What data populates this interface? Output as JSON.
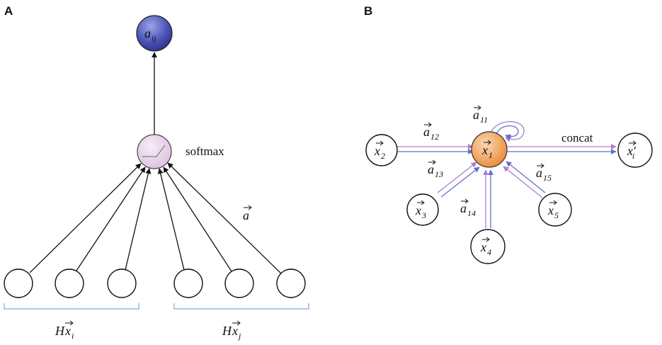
{
  "panel_a": {
    "label": "A",
    "output_node": {
      "base": "a",
      "sub": "ij"
    },
    "softmax_label": "softmax",
    "weight_label": "a",
    "group_left": {
      "prefix": "H",
      "var": "x",
      "sub": "i"
    },
    "group_right": {
      "prefix": "H",
      "var": "x",
      "sub": "j"
    }
  },
  "panel_b": {
    "label": "B",
    "center_node": {
      "var": "x",
      "sub": "1"
    },
    "output_node": {
      "var": "x",
      "sub": "i",
      "prime": "′"
    },
    "concat_label": "concat",
    "neighbors": [
      {
        "var": "x",
        "sub": "2"
      },
      {
        "var": "x",
        "sub": "3"
      },
      {
        "var": "x",
        "sub": "4"
      },
      {
        "var": "x",
        "sub": "5"
      }
    ],
    "edge_labels": [
      {
        "var": "a",
        "sub": "11"
      },
      {
        "var": "a",
        "sub": "12"
      },
      {
        "var": "a",
        "sub": "13"
      },
      {
        "var": "a",
        "sub": "14"
      },
      {
        "var": "a",
        "sub": "15"
      }
    ]
  },
  "colors": {
    "purple_arrow": "#b07ccf",
    "blue_arrow": "#6470c4",
    "bracket": "#7fa6d6",
    "output_node_fill": "#3b3e9e",
    "softmax_fill": "#e9d3ea",
    "center_fill": "#ec8f3e"
  }
}
